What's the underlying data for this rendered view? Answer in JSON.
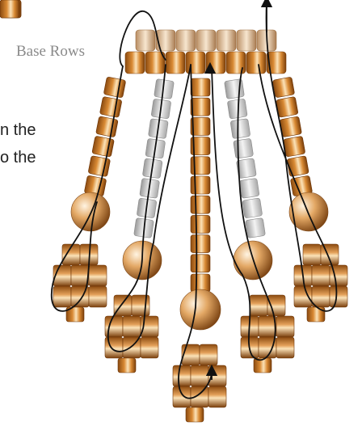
{
  "diagram": {
    "label_base_rows": "Base Rows",
    "left_text_line1": "n the",
    "left_text_line2": "o the",
    "colors": {
      "bead_gold_dark": "#8a4a10",
      "bead_gold_mid": "#d98a34",
      "bead_gold_light": "#fbe2b8",
      "bead_white_dark": "#9a9a9a",
      "bead_white_light": "#f4f4f4",
      "thread": "#111111",
      "label": "#8a8a8a"
    },
    "icons": [
      "arrow-up-icon",
      "thread-arrow-icon"
    ]
  }
}
